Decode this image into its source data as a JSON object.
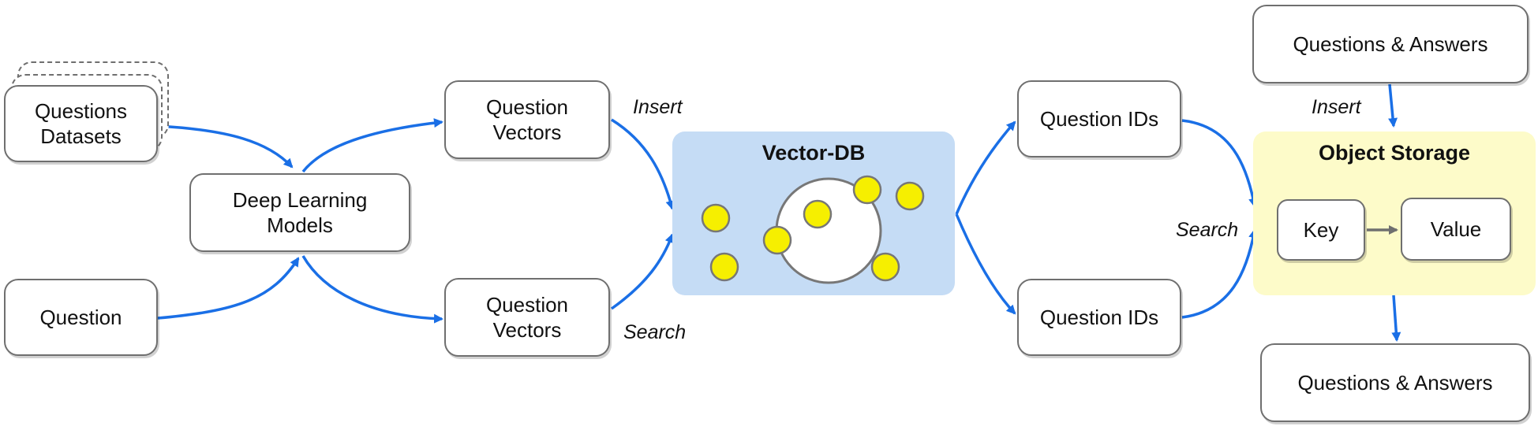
{
  "nodes": {
    "questions_datasets": "Questions\nDatasets",
    "question": "Question",
    "deep_learning_models": "Deep Learning\nModels",
    "question_vectors_top": "Question\nVectors",
    "question_vectors_bottom": "Question\nVectors",
    "question_ids_top": "Question IDs",
    "question_ids_bottom": "Question IDs",
    "qa_top": "Questions & Answers",
    "qa_bottom": "Questions & Answers",
    "key": "Key",
    "value": "Value"
  },
  "panels": {
    "vector_db": {
      "title": "Vector-DB",
      "color": "#c5dcf5"
    },
    "object_storage": {
      "title": "Object Storage",
      "color": "#fdfbc9"
    }
  },
  "edge_labels": {
    "insert_vectors": "Insert",
    "search_vectors": "Search",
    "insert_storage": "Insert",
    "search_storage": "Search"
  },
  "colors": {
    "arrow": "#1a6fe6",
    "key_value_arrow": "#6f6f6f",
    "dot_fill": "#f6ef00"
  }
}
